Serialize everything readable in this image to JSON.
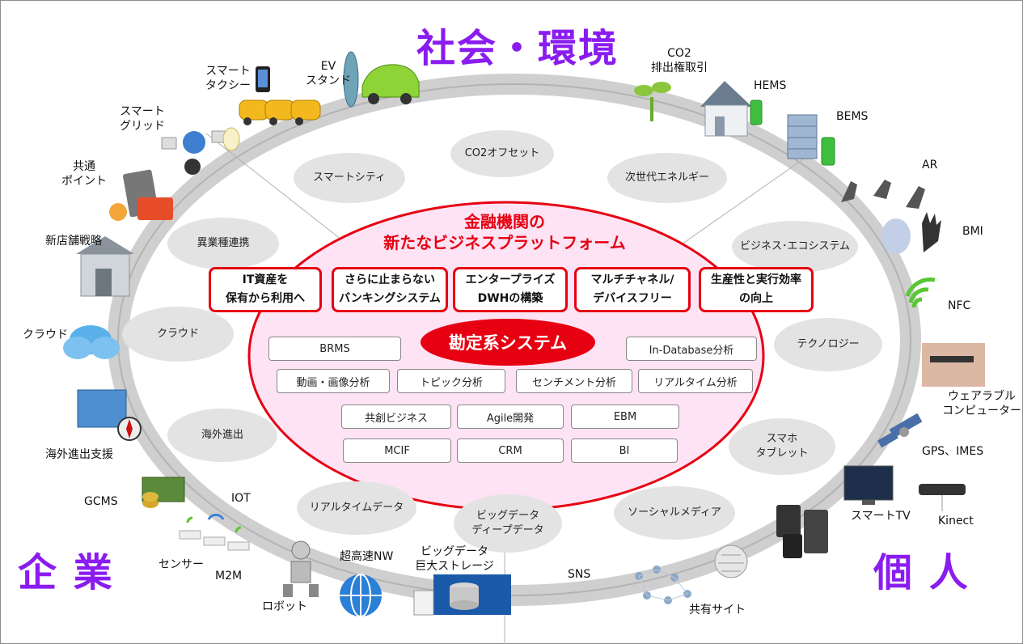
{
  "corners": {
    "top": "社会・環境",
    "bottom_left": "企 業",
    "bottom_right": "個 人"
  },
  "platform": {
    "title_line1": "金融機関の",
    "title_line2": "新たなビジネスプラットフォーム",
    "core": "勘定系システム",
    "themes": [
      {
        "line1": "IT資産を",
        "line2": "保有から利用へ"
      },
      {
        "line1": "さらに止まらない",
        "line2": "バンキングシステム"
      },
      {
        "line1": "エンタープライズ",
        "line2": "DWHの構築"
      },
      {
        "line1": "マルチチャネル/",
        "line2": "デバイスフリー"
      },
      {
        "line1": "生産性と実行効率",
        "line2": "の向上"
      }
    ],
    "systems": [
      "BRMS",
      "In-Database分析",
      "動画・画像分析",
      "トピック分析",
      "センチメント分析",
      "リアルタイム分析",
      "共創ビジネス",
      "Agile開発",
      "EBM",
      "MCIF",
      "CRM",
      "BI"
    ]
  },
  "clouds": [
    {
      "line1": "CO2オフセット"
    },
    {
      "line1": "スマートシティ"
    },
    {
      "line1": "次世代エネルギー"
    },
    {
      "line1": "異業種連携"
    },
    {
      "line1": "ビジネス･エコシステム"
    },
    {
      "line1": "クラウド"
    },
    {
      "line1": "テクノロジー"
    },
    {
      "line1": "海外進出"
    },
    {
      "line1": "スマホ",
      "line2": "タブレット"
    },
    {
      "line1": "リアルタイムデータ"
    },
    {
      "line1": "ビッグデータ",
      "line2": "ディープデータ"
    },
    {
      "line1": "ソーシャルメディア"
    }
  ],
  "items": {
    "smart_taxi": {
      "line1": "スマート",
      "line2": "タクシー"
    },
    "ev_stand": {
      "line1": "EV",
      "line2": "スタンド"
    },
    "co2_trading": {
      "line1": "CO2",
      "line2": "排出権取引"
    },
    "hems": "HEMS",
    "bems": "BEMS",
    "smart_grid": {
      "line1": "スマート",
      "line2": "グリッド"
    },
    "common_point": {
      "line1": "共通",
      "line2": "ポイント"
    },
    "new_store": "新店舗戦略",
    "cloud": "クラウド",
    "overseas_support": "海外進出支援",
    "gcms": "GCMS",
    "iot": "IOT",
    "sensor": "センサー",
    "m2m": "M2M",
    "robot": "ロボット",
    "high_speed_nw": "超高速NW",
    "big_storage": {
      "line1": "ビッグデータ",
      "line2": "巨大ストレージ"
    },
    "sns": "SNS",
    "shared_site": "共有サイト",
    "ar": "AR",
    "bmi": "BMI",
    "nfc": "NFC",
    "wearable": {
      "line1": "ウェアラブル",
      "line2": "コンピューター"
    },
    "gps": "GPS、IMES",
    "smart_tv": "スマートTV",
    "kinect": "Kinect"
  },
  "colors": {
    "accent_purple": "#8a1cf0",
    "platform_red": "#e60012",
    "platform_fill": "#fde3f4",
    "ring_gray": "#bdbdbd"
  }
}
